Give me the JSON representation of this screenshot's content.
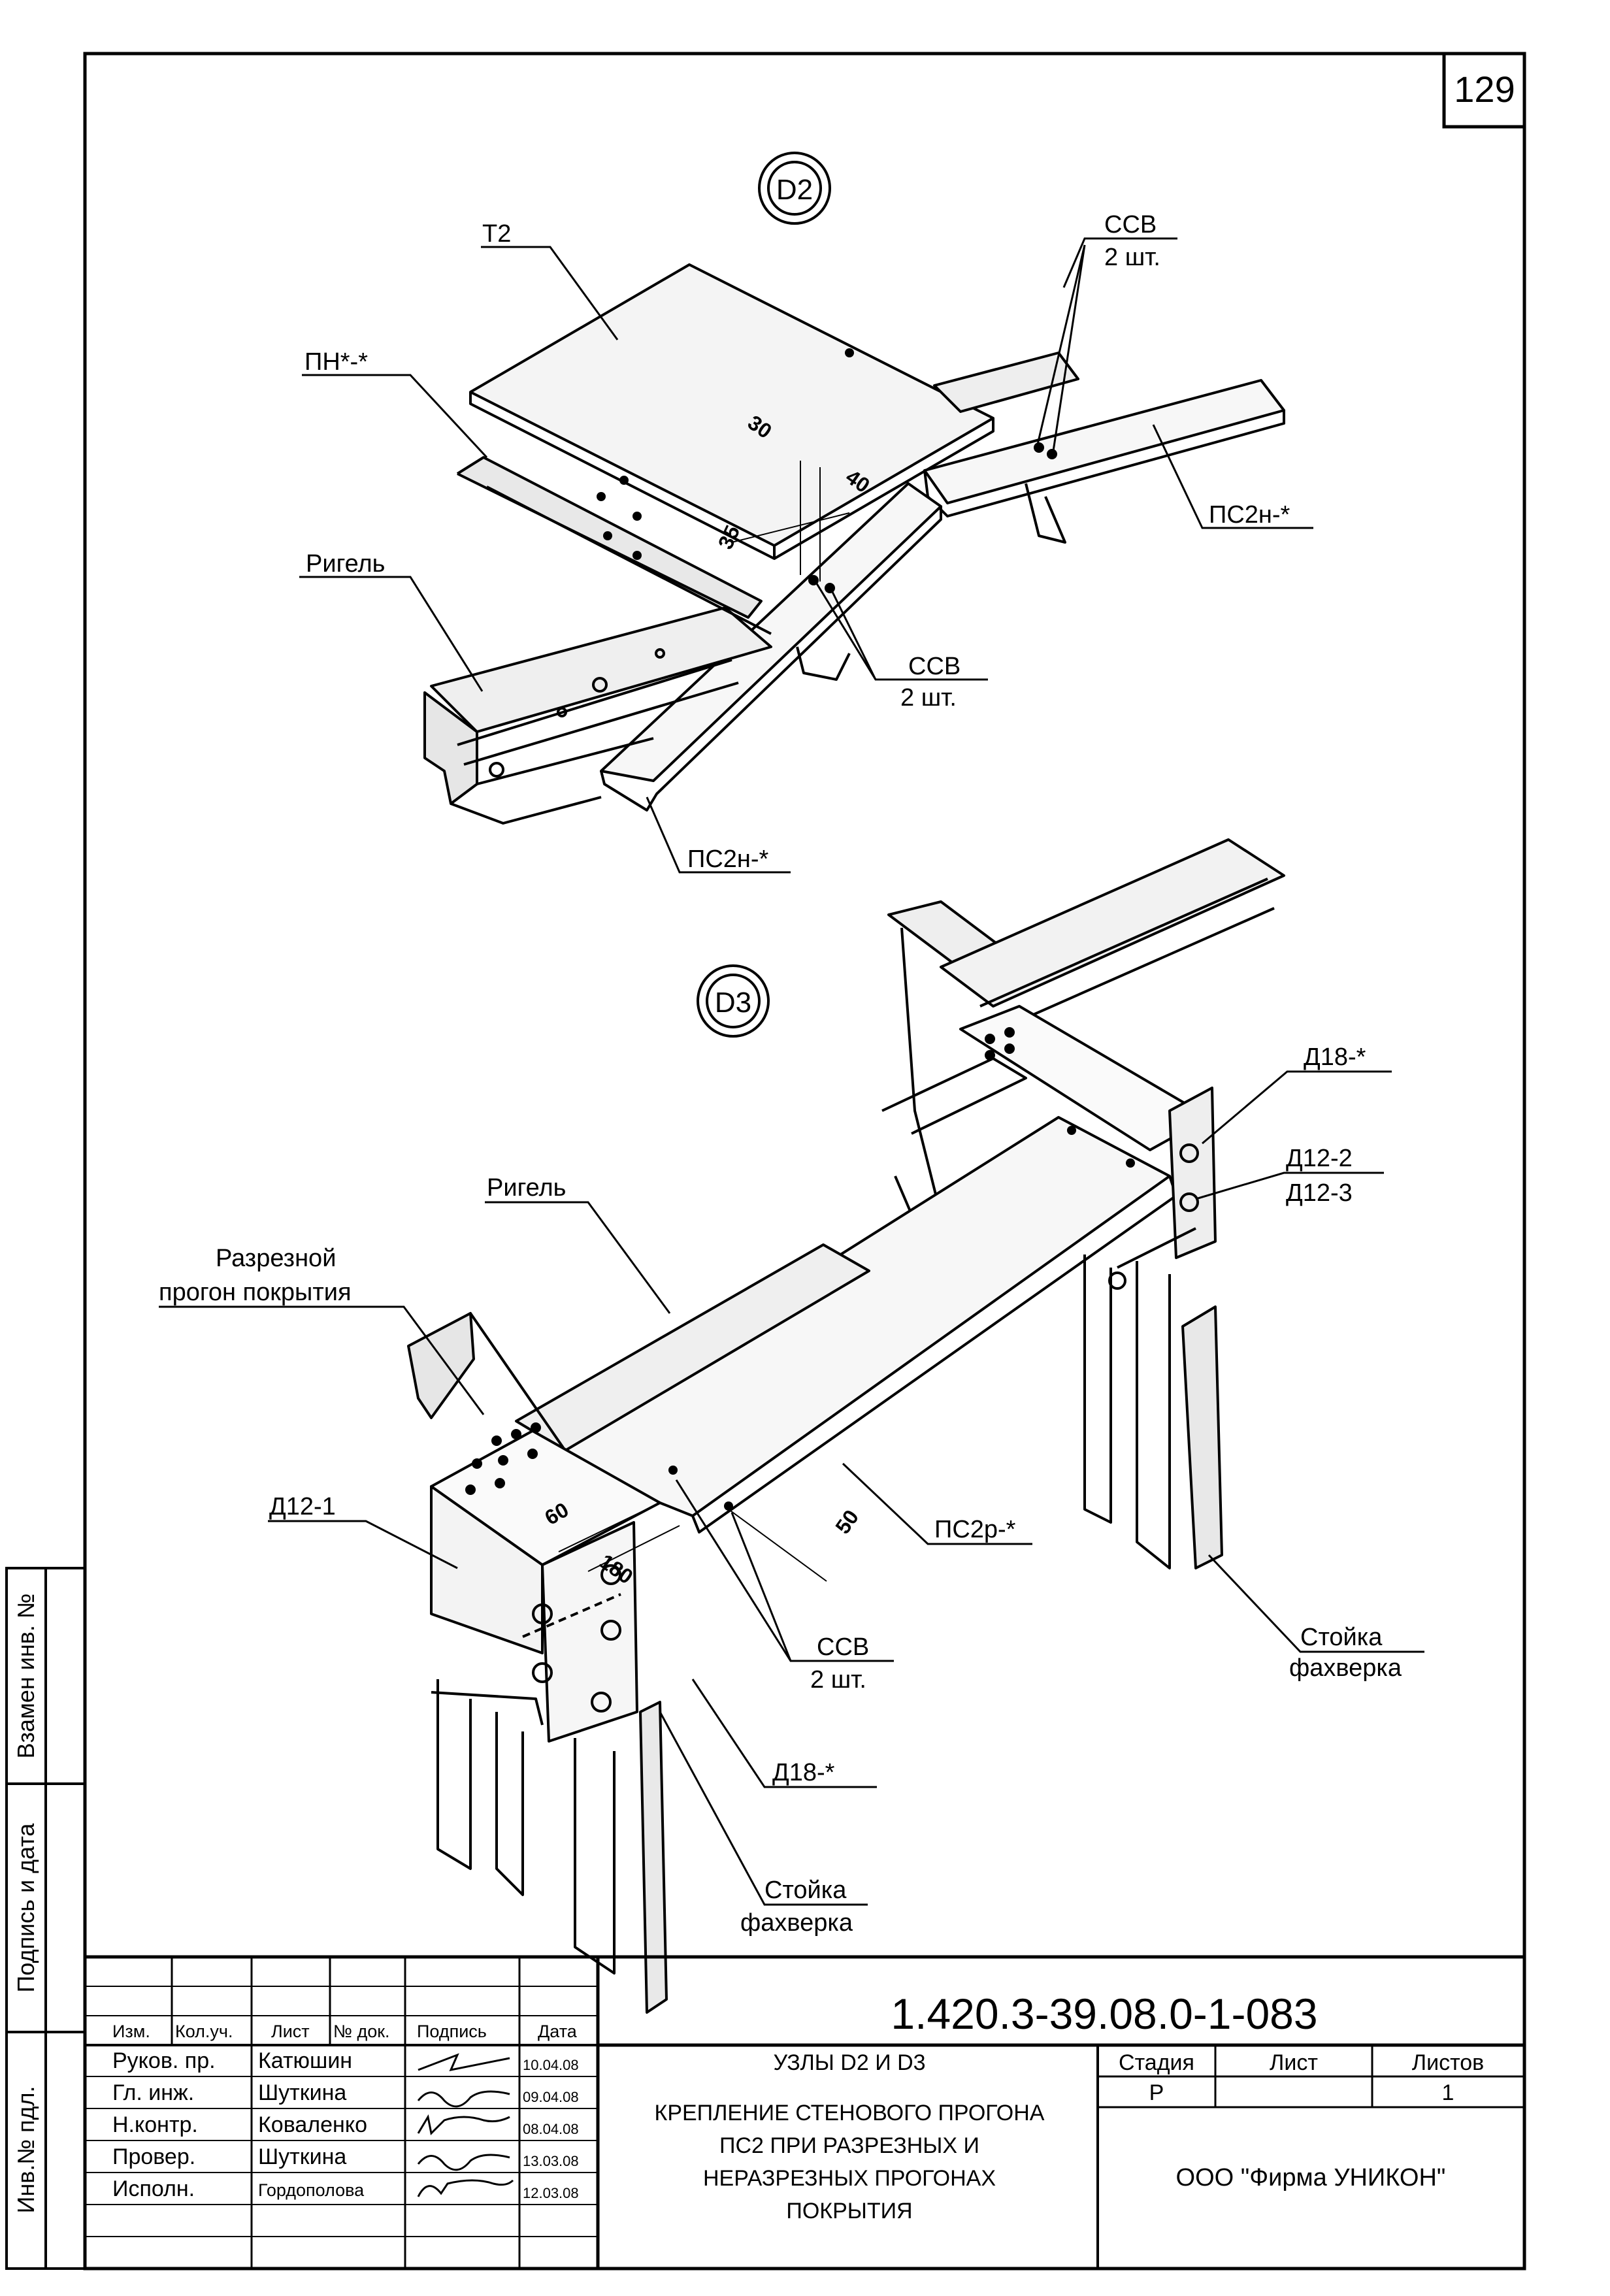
{
  "sheet_number": "129",
  "node_d2": {
    "badge": "D2",
    "labels": {
      "t2": "Т2",
      "pn": "ПН*-*",
      "rigel": "Ригель",
      "ccb_top": "ССВ",
      "ccb_top_qty": "2 шт.",
      "ps2n_right": "ПС2н-*",
      "ccb_mid": "ССВ",
      "ccb_mid_qty": "2 шт.",
      "ps2n_bottom": "ПС2н-*"
    },
    "dims": {
      "d30": "30",
      "d40": "40",
      "d35": "35"
    }
  },
  "node_d3": {
    "badge": "D3",
    "labels": {
      "d18_top": "Д18-*",
      "d12_2": "Д12-2",
      "d12_3": "Д12-3",
      "rigel": "Ригель",
      "razreznoy_1": "Разрезной",
      "razreznoy_2": "прогон покрытия",
      "d12_1": "Д12-1",
      "ps2r": "ПС2р-*",
      "ccb": "ССВ",
      "ccb_qty": "2 шт.",
      "d18_bottom": "Д18-*",
      "stoyka_right_1": "Стойка",
      "stoyka_right_2": "фахверка",
      "stoyka_bottom_1": "Стойка",
      "stoyka_bottom_2": "фахверка"
    },
    "dims": {
      "d60": "60",
      "d180": "180",
      "d50": "50"
    }
  },
  "left_margin": {
    "vzamen": "Взамен инв. №",
    "podpis": "Подпись и дата",
    "inv": "Инв.№ пдл."
  },
  "title_block": {
    "code": "1.420.3-39.08.0-1-083",
    "headers": {
      "izm": "Изм.",
      "kol": "Кол.уч.",
      "list": "Лист",
      "ndok": "№ док.",
      "podpis": "Подпись",
      "data": "Дата"
    },
    "rows": [
      {
        "role": "Руков. пр.",
        "name": "Катюшин",
        "date": "10.04.08"
      },
      {
        "role": "Гл. инж.",
        "name": "Шуткина",
        "date": "09.04.08"
      },
      {
        "role": "Н.контр.",
        "name": "Коваленко",
        "date": "08.04.08"
      },
      {
        "role": "Провер.",
        "name": "Шуткина",
        "date": "13.03.08"
      },
      {
        "role": "Исполн.",
        "name": "Гордополова",
        "date": "12.03.08"
      }
    ],
    "title_line1": "УЗЛЫ D2 И D3",
    "title_lines": [
      "КРЕПЛЕНИЕ СТЕНОВОГО ПРОГОНА",
      "ПС2 ПРИ РАЗРЕЗНЫХ И",
      "НЕРАЗРЕЗНЫХ ПРОГОНАХ",
      "ПОКРЫТИЯ"
    ],
    "stadia_label": "Стадия",
    "list_label": "Лист",
    "listov_label": "Листов",
    "stadia": "Р",
    "listov": "1",
    "company": "ООО \"Фирма УНИКОН\""
  }
}
